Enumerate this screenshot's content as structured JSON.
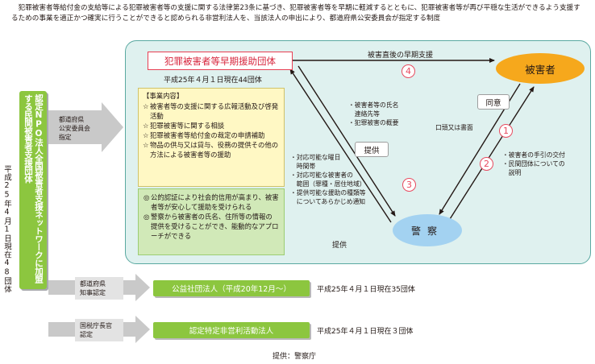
{
  "intro": "犯罪被害者等給付金の支給等による犯罪被害者等の支援に関する法律第23条に基づき、犯罪被害者等を早期に軽減するとともに、犯罪被害者等が再び平穏な生活ができるよう支援するための事業を適正かつ確実に行うことができると認められる非営利法人を、当該法人の申出により、都道府県公安委員会が指定する制度",
  "left_vertical": "平成25年4月1日現在48団体",
  "network_vertical": "認定NPO法人全国被害者支援ネットワークに加盟する民間被害者支援団体",
  "commission_label": "都道府県\n公安委員会\n指定",
  "org": {
    "title": "犯罪被害者等早期援助団体",
    "count": "平成25年４月１日現在44団体"
  },
  "business": {
    "title": "【事業内容】",
    "items": [
      "被害者等の支援に関する広報活動及び啓発活動",
      "犯罪被害等に関する相談",
      "犯罪被害者等給付金の裁定の申請補助",
      "物品の供与又は貸与、役務の提供その他の方法による被害者等の援助"
    ],
    "bullet": "☆"
  },
  "merits": {
    "bullet": "◎",
    "items": [
      "公的認証により社会的信用が高まり、被害者等が安心して援助を受けられる",
      "警察から被害者の氏名、住所等の情報の提供を受けることができ、能動的なアプローチができる"
    ]
  },
  "victim": "被害者",
  "police": "警察",
  "consent": "同意",
  "provide_box": "提供",
  "early_support": "被害直後の早期支援",
  "steps": {
    "one": "1",
    "two": "2",
    "three": "3",
    "four": "4"
  },
  "oral_written": "口頭又は書面",
  "police_to_org_info": [
    "・被害者等の氏名",
    "　連絡先等",
    "・犯罪被害の概要"
  ],
  "org_to_police_info": [
    "・対応可能な曜日",
    "　時間帯",
    "・対応可能な被害者の",
    "　範囲（罪種・居住地域）",
    "・提供可能な援助の種類等",
    "　についてあらかじめ通知"
  ],
  "police_to_victim_info": [
    "・被害者の手引の交付",
    "・民間団体についての",
    "　説明"
  ],
  "provide_bottom": "提供",
  "rows": [
    {
      "label": "都道府県\n知事認定",
      "bar": "公益社団法人（平成20年12月〜）",
      "count": "平成25年４月１日現在35団体"
    },
    {
      "label": "国税庁長官\n認定",
      "bar": "認定特定非営利活動法人",
      "count": "平成25年４月１日現在３団体"
    }
  ],
  "source": "提供：警察庁",
  "colors": {
    "green": "#8cc63f",
    "panel": "#dff1ef",
    "victim": "#f6a81c",
    "police": "#a3d2f1",
    "red": "#e84a5f"
  }
}
